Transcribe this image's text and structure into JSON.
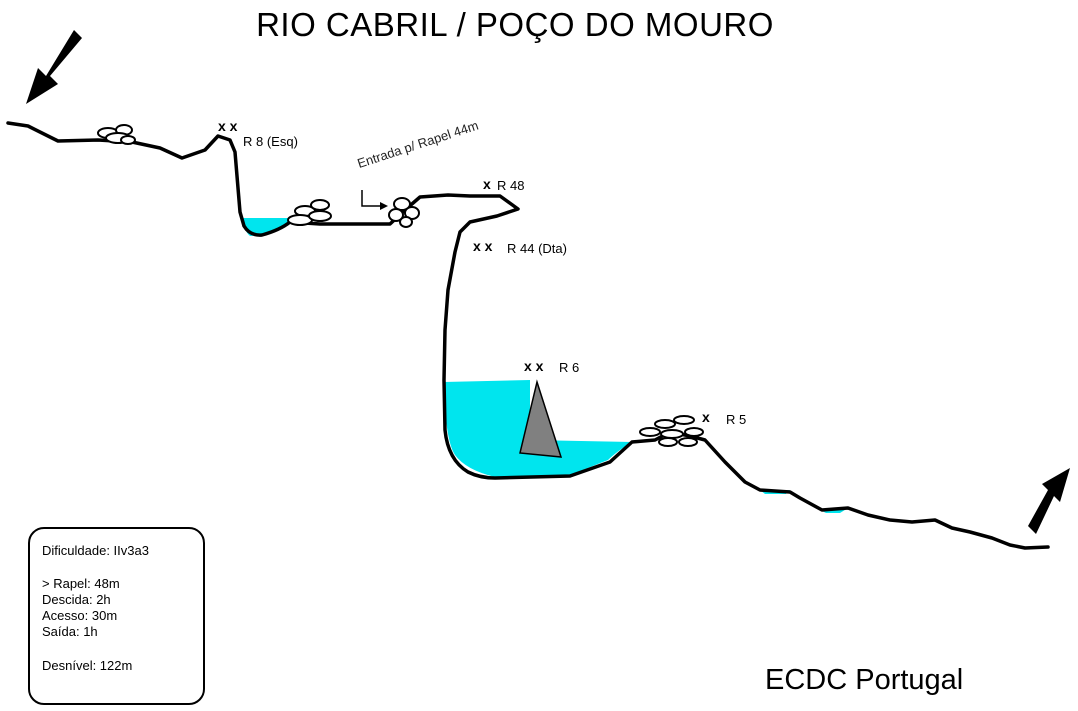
{
  "title": "RIO CABRIL / POÇO DO MOURO",
  "anchors": {
    "r8": "R 8 (Esq)",
    "r48": "R 48",
    "r44": "R 44 (Dta)",
    "r6": "R 6",
    "r5": "R 5"
  },
  "entry_label": "Entrada p/ Rapel 44m",
  "info": {
    "difficulty": "Dificuldade: IIv3a3",
    "max_rappel": "> Rapel: 48m",
    "descent": "Descida: 2h",
    "access": "Acesso: 30m",
    "exit": "Saída: 1h",
    "elevation": "Desnível: 122m"
  },
  "brand": "ECDC Portugal",
  "colors": {
    "water": "#00e5ee",
    "rock": "#808080",
    "ink": "#000000"
  }
}
